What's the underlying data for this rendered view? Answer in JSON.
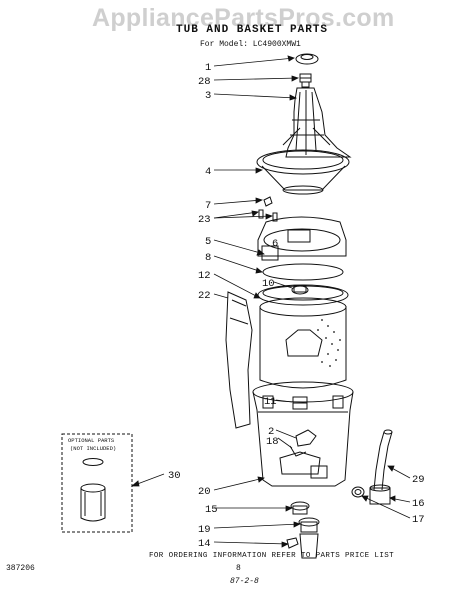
{
  "watermark": "AppliancePartsPros.com",
  "header": {
    "title": "TUB AND BASKET PARTS",
    "model_line": "For Model: LC4900XMW1"
  },
  "callouts": {
    "c1": "1",
    "c28": "28",
    "c3": "3",
    "c4": "4",
    "c7": "7",
    "c23": "23",
    "c5": "5",
    "c6": "6",
    "c8": "8",
    "c12": "12",
    "c10": "10",
    "c22": "22",
    "c11": "11",
    "c2": "2",
    "c18": "18",
    "c30": "30",
    "c20": "20",
    "c29": "29",
    "c16": "16",
    "c15": "15",
    "c17": "17",
    "c19": "19",
    "c14": "14"
  },
  "optional_parts": {
    "line1": "OPTIONAL PARTS",
    "line2": "(NOT INCLUDED)"
  },
  "footer": {
    "ordering": "FOR ORDERING INFORMATION REFER TO PARTS PRICE LIST",
    "code": "387206",
    "page": "8",
    "date": "87-2-8"
  }
}
